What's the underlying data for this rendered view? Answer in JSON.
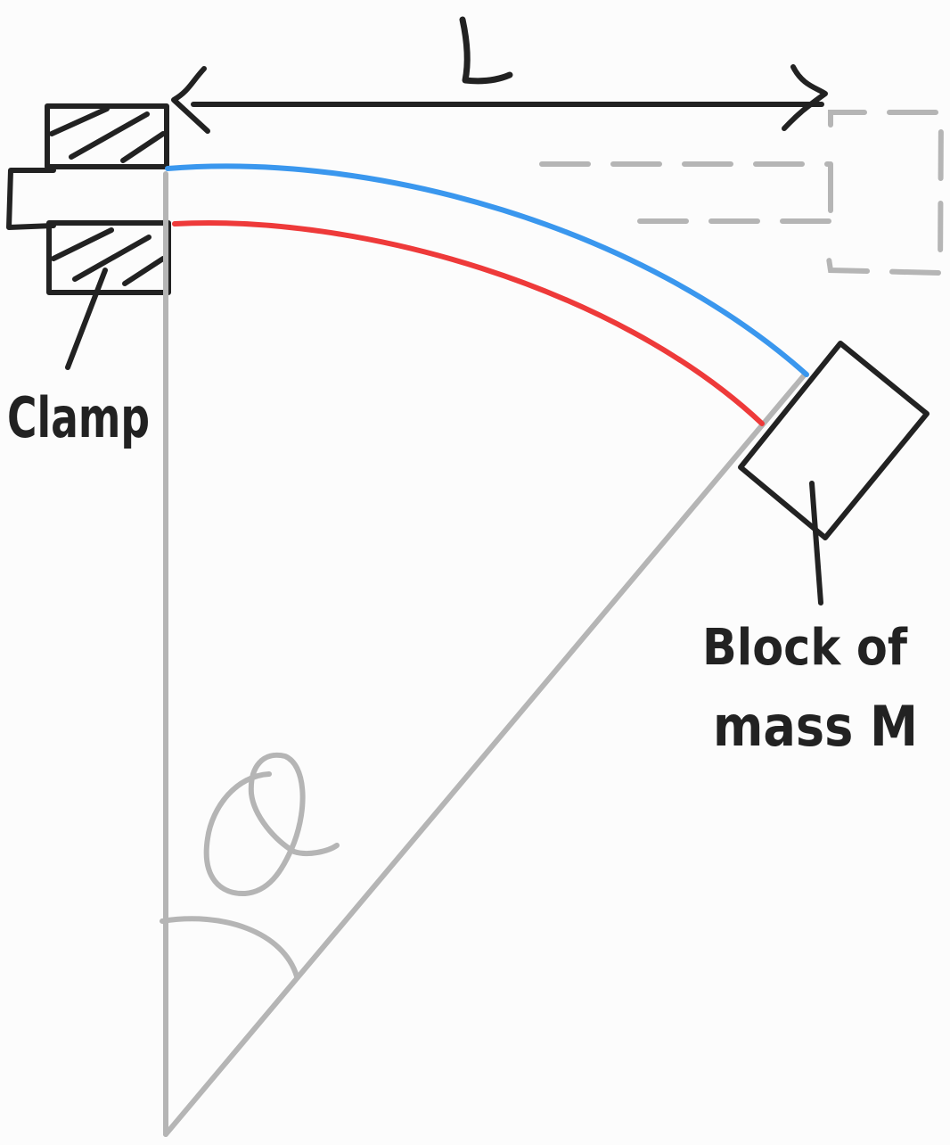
{
  "labels": {
    "length": "L",
    "clamp": "Clamp",
    "block_line1": "Block of",
    "block_line2": "mass M",
    "angle": "θ"
  },
  "colors": {
    "background": "#fcfcfc",
    "ink": "#222222",
    "guide": "#b5b5b5",
    "top_beam": "#3a97ee",
    "bottom_beam": "#ee3a3a"
  }
}
